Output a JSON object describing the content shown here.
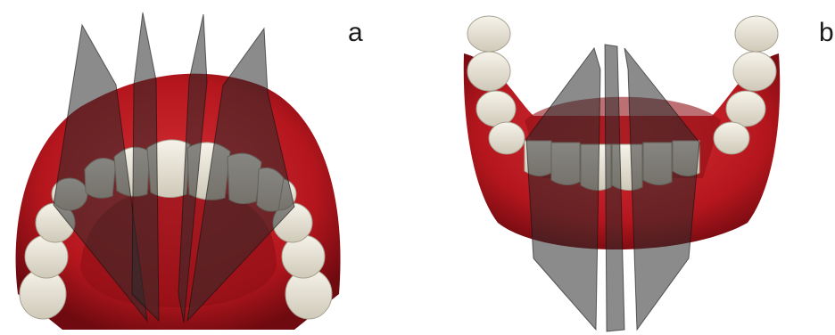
{
  "figure": {
    "panels": [
      {
        "id": "a",
        "label": "a"
      },
      {
        "id": "b",
        "label": "b"
      }
    ],
    "colors": {
      "gum": "#b5161d",
      "gum_dark": "#7a0d12",
      "tooth": "#ece8dc",
      "tooth_shade": "#cbc6b6",
      "plane": "#2b2b2b",
      "plane_edge": "#111111"
    }
  }
}
